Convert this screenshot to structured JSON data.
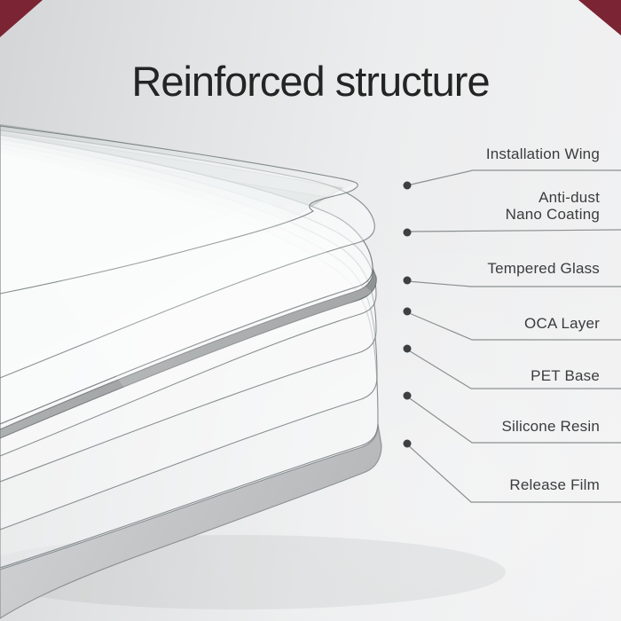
{
  "title": "Reinforced structure",
  "colors": {
    "accent": "#7b2433",
    "background_left": "#d4d5d6",
    "background_right": "#f2f2f3",
    "title_text": "#242424",
    "label_text": "#3a3c3d",
    "leader_line": "#8c8f90",
    "leader_dot": "#3d3f40",
    "glass_edge_band": "#9fa2a3"
  },
  "callouts": [
    {
      "name": "installation-wing",
      "lines": [
        "Installation Wing"
      ]
    },
    {
      "name": "anti-dust-nano-coating",
      "lines": [
        "Anti-dust",
        "Nano Coating"
      ]
    },
    {
      "name": "tempered-glass",
      "lines": [
        "Tempered Glass"
      ]
    },
    {
      "name": "oca-layer",
      "lines": [
        "OCA Layer"
      ]
    },
    {
      "name": "pet-base",
      "lines": [
        "PET Base"
      ]
    },
    {
      "name": "silicone-resin",
      "lines": [
        "Silicone Resin"
      ]
    },
    {
      "name": "release-film",
      "lines": [
        "Release Film"
      ]
    }
  ],
  "illustration": {
    "description": "Exploded stack of screen-protector layers fanning from top-left",
    "layer_names": [
      "Installation Wing",
      "Anti-dust Nano Coating",
      "Tempered Glass",
      "OCA Layer",
      "PET Base",
      "Silicone Resin",
      "Release Film"
    ]
  }
}
